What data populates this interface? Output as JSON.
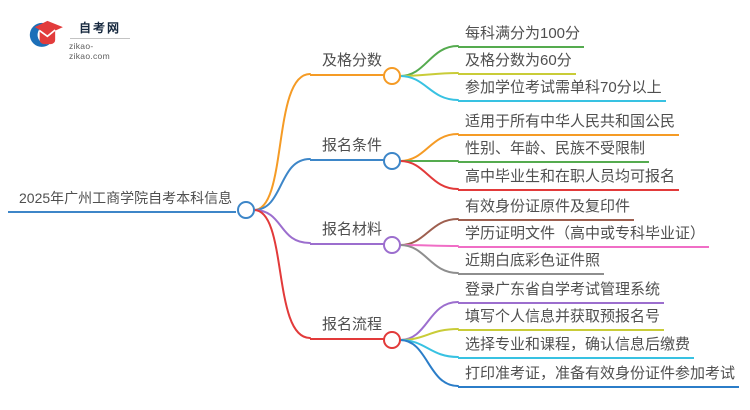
{
  "logo": {
    "title": "自考网",
    "domain": "zikao-zikao.com",
    "cap_color": "#e23c3c",
    "swoosh_color": "#1c6fb8"
  },
  "mindmap": {
    "root": {
      "label": "2025年广州工商学院自考本科信息",
      "color": "#3d86c8"
    },
    "branches": [
      {
        "label": "及格分数",
        "color": "#f59b25",
        "leaves": [
          {
            "label": "每科满分为100分",
            "color": "#55ab4f"
          },
          {
            "label": "及格分数为60分",
            "color": "#c9cc38"
          },
          {
            "label": "参加学位考试需单科70分以上",
            "color": "#38c2e2"
          }
        ]
      },
      {
        "label": "报名条件",
        "color": "#3d86c8",
        "leaves": [
          {
            "label": "适用于所有中华人民共和国公民",
            "color": "#f59b25"
          },
          {
            "label": "性别、年龄、民族不受限制",
            "color": "#55ab4f"
          },
          {
            "label": "高中毕业生和在职人员均可报名",
            "color": "#e23a3a"
          }
        ]
      },
      {
        "label": "报名材料",
        "color": "#9c6ece",
        "leaves": [
          {
            "label": "有效身份证原件及复印件",
            "color": "#9e5f4f"
          },
          {
            "label": "学历证明文件（高中或专科毕业证）",
            "color": "#f06ec6"
          },
          {
            "label": "近期白底彩色证件照",
            "color": "#8e8e8e"
          }
        ]
      },
      {
        "label": "报名流程",
        "color": "#e23a3a",
        "leaves": [
          {
            "label": "登录广东省自学考试管理系统",
            "color": "#9c6ece"
          },
          {
            "label": "填写个人信息并获取预报名号",
            "color": "#c9cc38"
          },
          {
            "label": "选择专业和课程，确认信息后缴费",
            "color": "#38c2e2"
          },
          {
            "label": "打印准考证，准备有效身份证件参加考试",
            "color": "#2b7dc8"
          }
        ]
      }
    ]
  }
}
